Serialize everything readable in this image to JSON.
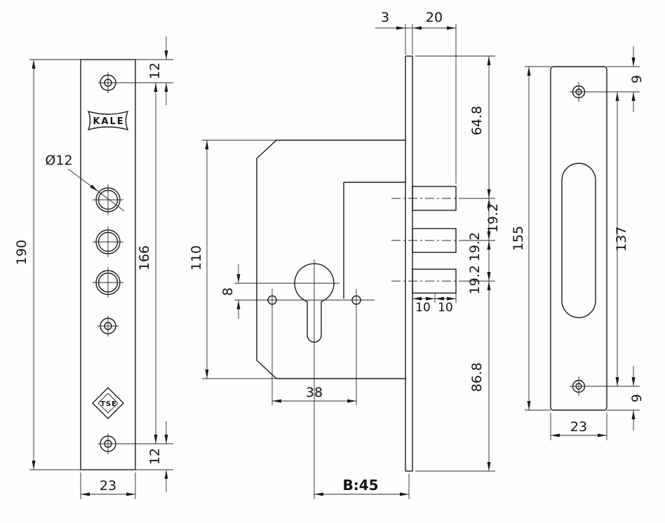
{
  "brand": {
    "kale": "KALE",
    "tse": "TSE"
  },
  "left_view": {
    "height": "190",
    "top_offset": "12",
    "hole_span": "166",
    "bottom_offset": "12",
    "width": "23",
    "hole_dia": "Ø12"
  },
  "middle_view": {
    "body_height": "110",
    "cyl_hole_offset": "8",
    "fix_hole_span": "38",
    "backset": "B:45",
    "face_thickness": "3",
    "bolt_throw": "20",
    "throw_a": "10",
    "throw_b": "10",
    "top_to_bolt": "64.8",
    "bolt_gap_1": "19.2",
    "bolt_gap_2": "19.2",
    "bolt_gap_3": "19.2",
    "bolt_to_bottom": "86.8"
  },
  "right_view": {
    "height": "155",
    "hole_span": "137",
    "top_offset": "9",
    "bottom_offset": "9",
    "width": "23"
  }
}
